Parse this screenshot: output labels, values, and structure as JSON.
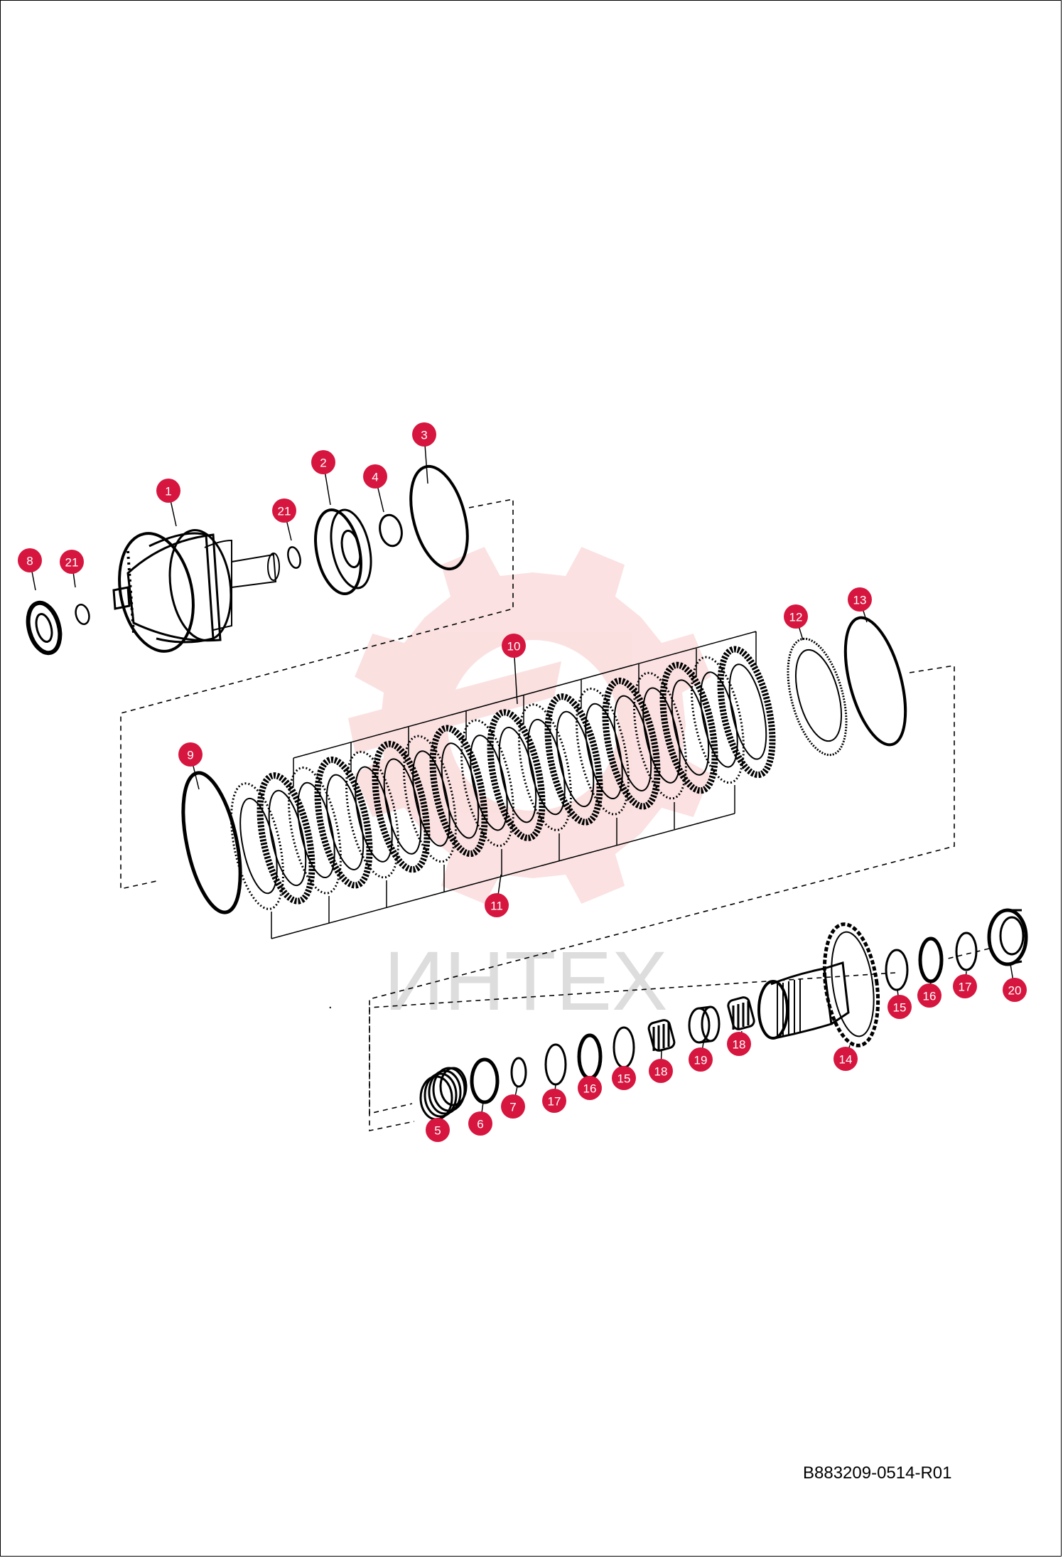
{
  "document_code": "B883209-0514-R01",
  "watermark_text": "ИНТЕХ",
  "colors": {
    "callout": "#d6163f",
    "watermark": "#f8c8c8",
    "watermark_text": "#dddddd",
    "line": "#000000"
  },
  "callouts": [
    {
      "id": "1"
    },
    {
      "id": "2"
    },
    {
      "id": "3"
    },
    {
      "id": "4"
    },
    {
      "id": "21"
    },
    {
      "id": "8"
    },
    {
      "id": "21"
    },
    {
      "id": "10"
    },
    {
      "id": "12"
    },
    {
      "id": "13"
    },
    {
      "id": "9"
    },
    {
      "id": "11"
    },
    {
      "id": "20"
    },
    {
      "id": "17"
    },
    {
      "id": "16"
    },
    {
      "id": "15"
    },
    {
      "id": "14"
    },
    {
      "id": "18"
    },
    {
      "id": "19"
    },
    {
      "id": "18"
    },
    {
      "id": "15"
    },
    {
      "id": "16"
    },
    {
      "id": "17"
    },
    {
      "id": "7"
    },
    {
      "id": "6"
    },
    {
      "id": "5"
    }
  ]
}
